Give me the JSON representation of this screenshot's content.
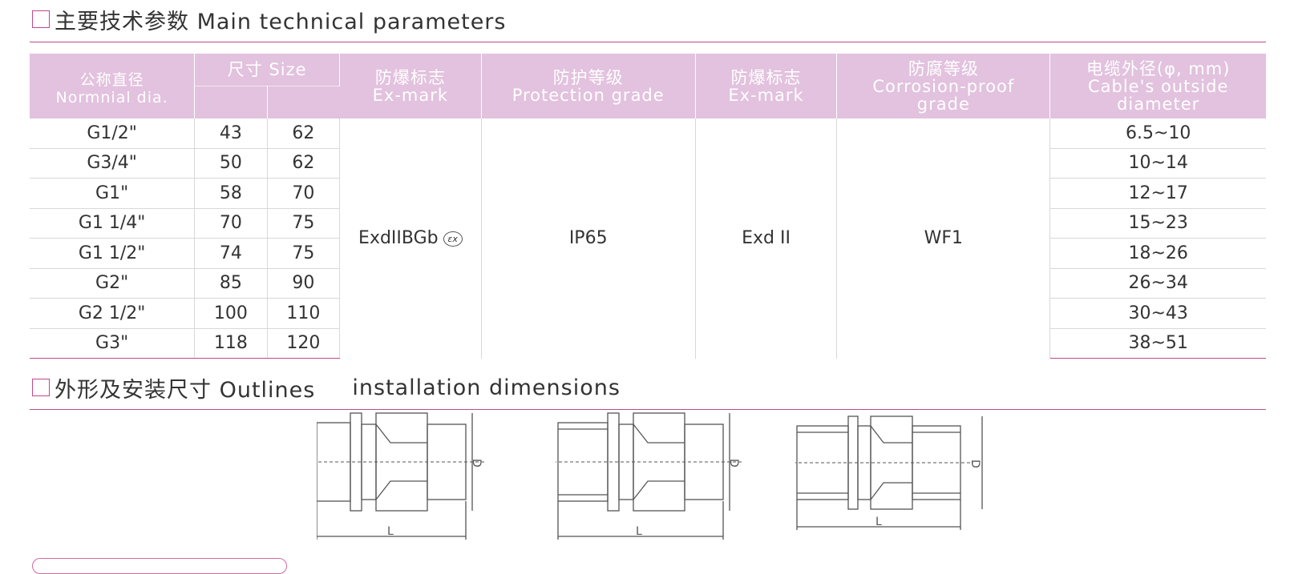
{
  "section1": {
    "title": "主要技术参数 Main technical parameters"
  },
  "table": {
    "headers": {
      "dia_cn": "公称直径",
      "dia_en": "Normnial dia.",
      "size": "尺寸 Size",
      "exmark1_cn": "防爆标志",
      "exmark1_en": "Ex-mark",
      "protection_cn": "防护等级",
      "protection_en": "Protection grade",
      "exmark2_cn": "防爆标志",
      "exmark2_en": "Ex-mark",
      "corrosion_cn": "防腐等级",
      "corrosion_en": "Corrosion-proof",
      "corrosion_en2": "grade",
      "cable_cn": "电缆外径(φ, mm)",
      "cable_en": "Cable's outside",
      "cable_en2": "diameter"
    },
    "rows": [
      {
        "dia": "G1/2\"",
        "d1": "43",
        "d2": "62",
        "cable": "6.5~10"
      },
      {
        "dia": "G3/4\"",
        "d1": "50",
        "d2": "62",
        "cable": "10~14"
      },
      {
        "dia": "G1\"",
        "d1": "58",
        "d2": "70",
        "cable": "12~17"
      },
      {
        "dia": "G1 1/4\"",
        "d1": "70",
        "d2": "75",
        "cable": "15~23"
      },
      {
        "dia": "G1 1/2\"",
        "d1": "74",
        "d2": "75",
        "cable": "18~26"
      },
      {
        "dia": "G2\"",
        "d1": "85",
        "d2": "90",
        "cable": "26~34"
      },
      {
        "dia": "G2 1/2\"",
        "d1": "100",
        "d2": "110",
        "cable": "30~43"
      },
      {
        "dia": "G3\"",
        "d1": "118",
        "d2": "120",
        "cable": "38~51"
      }
    ],
    "merged": {
      "exmark1": "ExdIIBGb",
      "exmark1_symbol": "εx",
      "protection": "IP65",
      "exmark2": "Exd II",
      "corrosion": "WF1"
    }
  },
  "section2": {
    "title_a": "外形及安装尺寸 Outlines",
    "title_b": "installation dimensions"
  },
  "drawings": {
    "dim_length": "L",
    "dim_diameter": "D"
  }
}
